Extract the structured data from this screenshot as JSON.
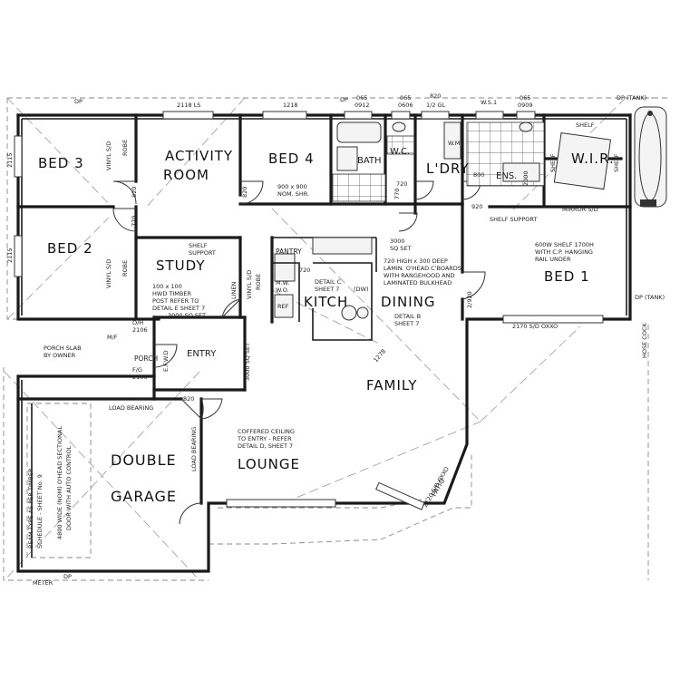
{
  "rooms": {
    "bed3": "BED 3",
    "activity_1": "ACTIVITY",
    "activity_2": "ROOM",
    "bed4": "BED 4",
    "bath": "BATH",
    "wc": "W.C.",
    "ldry": "L'DRY",
    "ens": "ENS.",
    "wir": "W.I.R.",
    "bed2": "BED 2",
    "study": "STUDY",
    "pantry": "PANTRY",
    "kitch": "KITCH",
    "dining": "DINING",
    "bed1": "BED 1",
    "entry": "ENTRY",
    "porch": "PORCH",
    "family": "FAMILY",
    "lounge": "LOUNGE",
    "garage_1": "DOUBLE",
    "garage_2": "GARAGE",
    "patio": "PATIO"
  },
  "labels": {
    "dp_tl": "DP",
    "top_2118ls": "2118 LS",
    "top_1218": "1218",
    "dp_top": "DP",
    "w065_0912": "065",
    "w0912": "0912",
    "w065b": "065",
    "w0606": "0606",
    "w820": "820",
    "w12gl": "1/2 GL",
    "ws1": "W.S.1",
    "w065c": "065",
    "w0909": "0909",
    "dp_tank": "DP (TANK)",
    "vinyl_sd_1": "VINYL S/D",
    "robe_1": "ROBE",
    "vinyl_sd_2": "VINYL S/D",
    "robe_2": "ROBE",
    "dim_2115a": "2115",
    "dim_2115b": "2115",
    "d820_a": "820",
    "d820_b": "820",
    "d770_a": "770",
    "shr": "900 x 900",
    "shr2": "NOM. SHR.",
    "d720": "720",
    "d770_b": "770",
    "d800": "800",
    "d2000": "2000",
    "wm": "W.M",
    "shelf_1": "SHELF",
    "shelf_2": "SHELF",
    "shelf_3": "SHELF",
    "d920": "920",
    "mirror": "MIRROR S/D",
    "shelf_support": "SHELF SUPPORT",
    "bed1_note_1": "600W SHELF 1700H",
    "bed1_note_2": "WITH C.P. HANGING",
    "bed1_note_3": "RAIL UNDER",
    "dp_tank_r": "DP (TANK)",
    "hose_cock": "HOSE COCK",
    "d2170": "2170 S/D OXXO",
    "study_shelf_1": "SHELF",
    "study_shelf_2": "SUPPORT",
    "post_1": "100 x 100",
    "post_2": "HWD TIMBER",
    "post_3": "POST REFER TO",
    "post_4": "DETAIL E SHEET 7",
    "post_5": "3000 SQ SET",
    "linen": "LINEN",
    "vinyl_sd_3": "VINYL S/D",
    "robe_3": "ROBE",
    "mw": "M.W.",
    "wo": "W.O.",
    "ref": "REF",
    "d720b": "720",
    "detail_c_1": "DETAIL C",
    "detail_c_2": "SHEET 7",
    "dw": "(DW)",
    "d3000_1": "3000",
    "d3000_2": "SQ SET",
    "kit_note_1": "720 HIGH x 300 DEEP",
    "kit_note_2": "LAMIN. O'HEAD C'BOARDS",
    "kit_note_3": "WITH RANGEHOOD AND",
    "kit_note_4": "LAMINATED BULKHEAD",
    "detail_b_1": "DETAIL B",
    "detail_b_2": "SHEET 7",
    "d2920": "2/920",
    "d1278": "1278",
    "oh": "O/H",
    "d2106a": "2106",
    "fg": "F/G",
    "d2106b": "2106",
    "mf": "M/F",
    "porch_slab_1": "PORCH SLAB",
    "porch_slab_2": "BY OWNER",
    "d3000sq": "3000 SQ SET",
    "d820_c": "820",
    "entry_code": "E.F.W.D",
    "load_bearing_1": "LOAD BEARING",
    "load_bearing_2": "LOAD BEARING",
    "coffer_1": "COFFERED CEILING",
    "coffer_2": "TO ENTRY - REFER",
    "coffer_3": "DETAIL D, SHEET 7",
    "beam_1": "BEAM TYPE AS PER TIMBER",
    "beam_2": "SCHEDULE - SHEET No. 9",
    "gdoor_1": "4800 WIDE (NOM) O'HEAD SECTIONAL",
    "gdoor_2": "DOOR WITH AUTO CONTROL",
    "patio_dim": "2120 S/D OXXO",
    "meter": "METER",
    "dp_bl": "DP"
  }
}
